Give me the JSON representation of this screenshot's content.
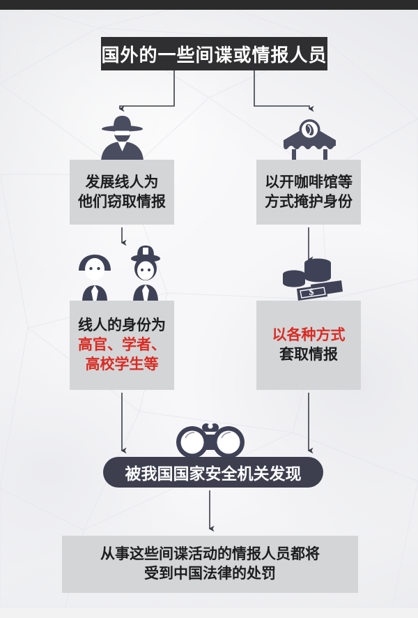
{
  "page": {
    "title": "间谍情报活动流程图",
    "bg_color": "#f7f7f9",
    "box_gray": "#d4d5d7",
    "dark": "#2f2f31",
    "pill_color": "#3d3f4f",
    "accent_red": "#d92b22"
  },
  "title_box": {
    "text": "国外的一些间谍或情报人员"
  },
  "branches": {
    "left": {
      "icon_top": "spy-icon",
      "step1_lines": [
        "发展线人为",
        "他们窃取情报"
      ],
      "icon_mid": "informants-icon",
      "step2_lines": [
        {
          "text": "线人的身份为",
          "color": "black"
        },
        {
          "text": "高官、学者、",
          "color": "red"
        },
        {
          "text": "高校学生等",
          "color": "red"
        }
      ]
    },
    "right": {
      "icon_top": "cafe-shop-icon",
      "step1_lines": [
        "以开咖啡馆等",
        "方式掩护身份"
      ],
      "icon_mid": "money-icon",
      "step2_lines": [
        {
          "text": "以各种方式",
          "color": "red"
        },
        {
          "text": "套取情报",
          "color": "black"
        }
      ]
    }
  },
  "convergence": {
    "icon": "binoculars-icon",
    "pill_text": "被我国国家安全机关发现"
  },
  "conclusion": {
    "lines": [
      "从事这些间谍活动的情报人员都将",
      "受到中国法律的处罚"
    ]
  }
}
